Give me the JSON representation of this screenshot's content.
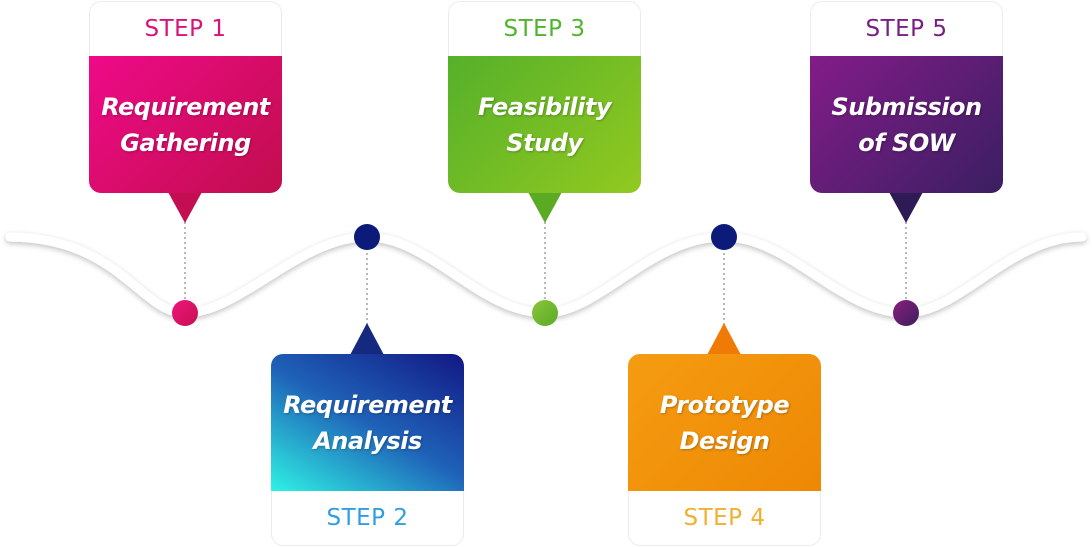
{
  "steps": [
    {
      "step_label": "STEP 1",
      "title_line1": "Requirement",
      "title_line2": "Gathering",
      "color": "#e0127a"
    },
    {
      "step_label": "STEP 2",
      "title_line1": "Requirement",
      "title_line2": "Analysis",
      "color": "#2f9fe0"
    },
    {
      "step_label": "STEP 3",
      "title_line1": "Feasibility",
      "title_line2": "Study",
      "color": "#4fb52c"
    },
    {
      "step_label": "STEP 4",
      "title_line1": "Prototype",
      "title_line2": "Design",
      "color": "#f0a020"
    },
    {
      "step_label": "STEP 5",
      "title_line1": "Submission",
      "title_line2": "of SOW",
      "color": "#7a1e86"
    }
  ]
}
